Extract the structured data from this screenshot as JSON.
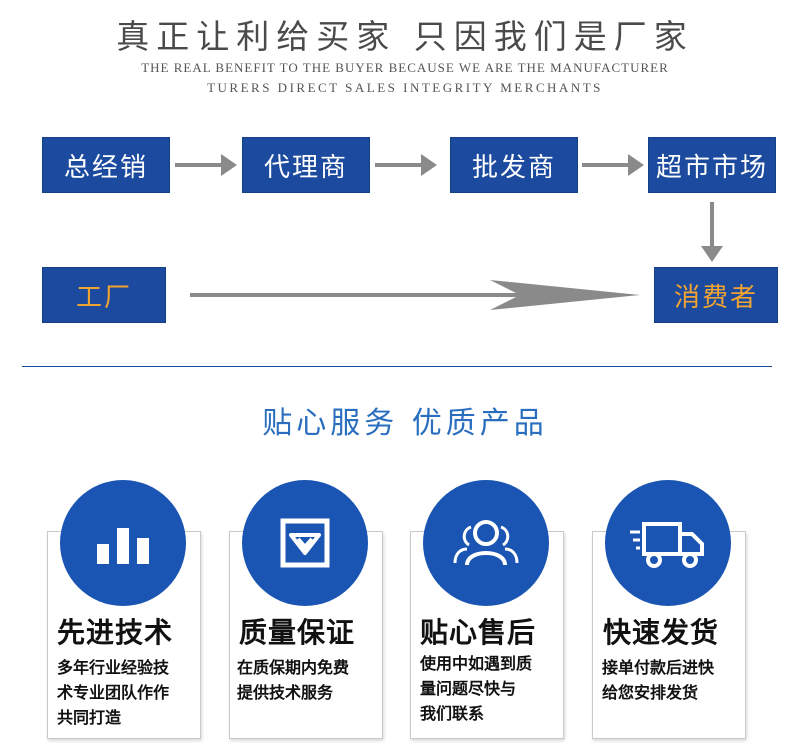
{
  "header": {
    "title_cn": "真正让利给买家 只因我们是厂家",
    "title_en_line1": "THE REAL BENEFIT TO THE BUYER BECAUSE WE ARE THE MANUFACTURER",
    "title_en_line2": "TURERS DIRECT SALES INTEGRITY MERCHANTS"
  },
  "flow": {
    "traditional": [
      "总经销",
      "代理商",
      "批发商",
      "超市市场"
    ],
    "factory": "工厂",
    "consumer": "消费者"
  },
  "section": {
    "subtitle": "贴心服务  优质产品"
  },
  "cards": [
    {
      "title": "先进技术",
      "desc_lines": [
        "多年行业经验技",
        "术专业团队作作",
        "共同打造"
      ],
      "icon": "bar-chart-icon"
    },
    {
      "title": "质量保证",
      "desc_lines": [
        "在质保期内免费",
        "提供技术服务"
      ],
      "icon": "shield-check-icon"
    },
    {
      "title": "贴心售后",
      "desc_lines": [
        "使用中如遇到质",
        "量问题尽快与",
        "我们联系"
      ],
      "icon": "users-icon"
    },
    {
      "title": "快速发货",
      "desc_lines": [
        "接单付款后进快",
        "给您安排发货"
      ],
      "icon": "truck-icon"
    }
  ],
  "colors": {
    "box_blue": "#1b4a9e",
    "circle_blue": "#1b55b3",
    "accent_orange": "#f2a431",
    "subtitle_blue": "#2a6fbf"
  }
}
